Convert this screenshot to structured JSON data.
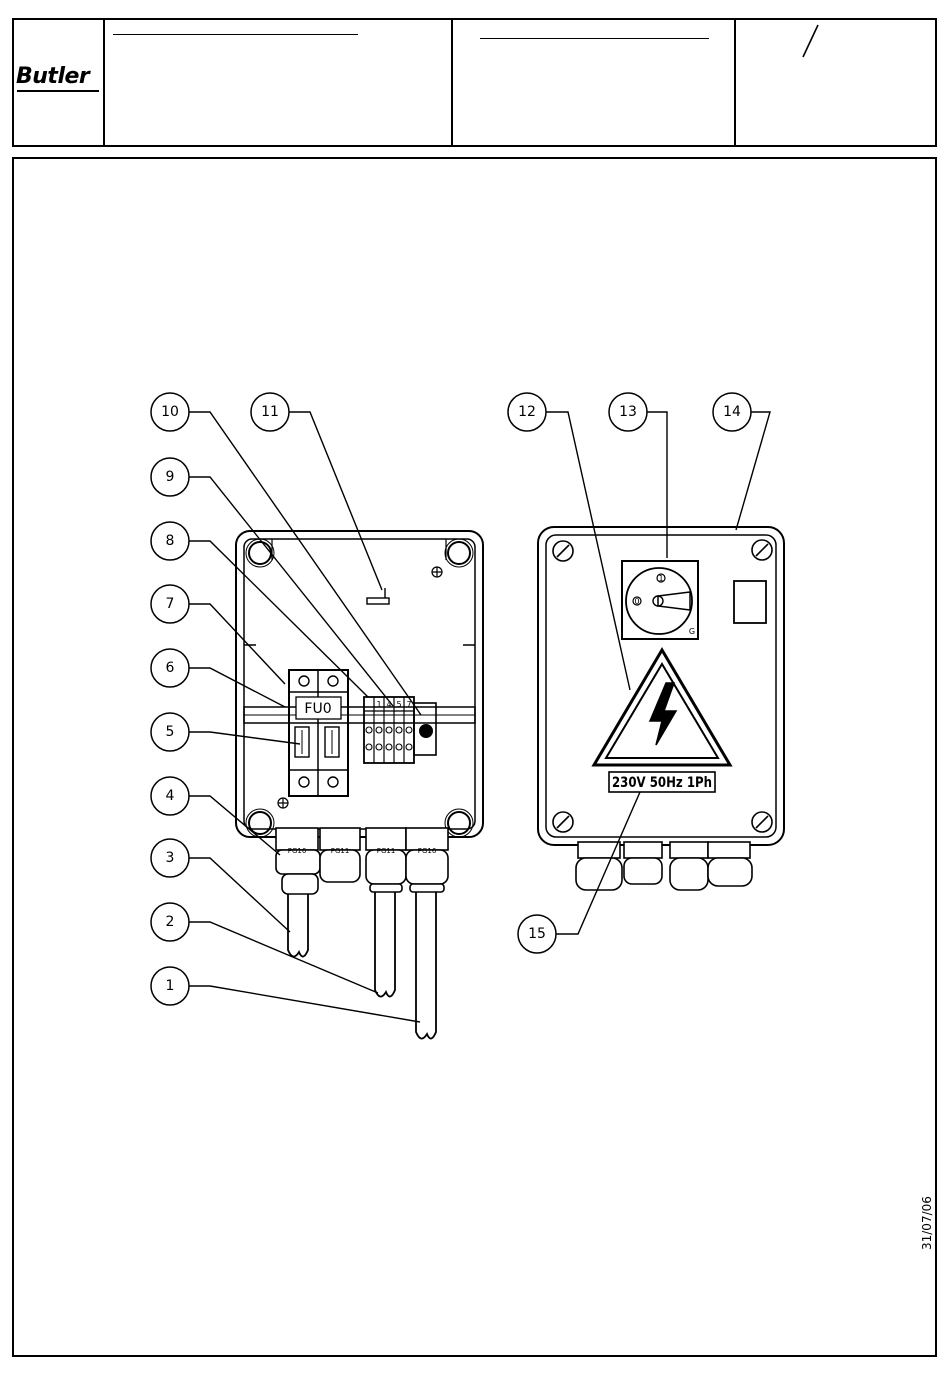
{
  "header": {
    "logo": "Butler",
    "sheet_separator": "/"
  },
  "diagram": {
    "fuse_label": "FU0",
    "terminal_labels": [
      "1",
      "4",
      "5",
      "7"
    ],
    "gland_labels": [
      "PG16",
      "PG11",
      "PG11",
      "PG16"
    ],
    "rating_plate": "230V 50Hz 1Ph",
    "switch_marks": {
      "top": "1",
      "left": "0",
      "corner": "G"
    },
    "callouts": [
      "1",
      "2",
      "3",
      "4",
      "5",
      "6",
      "7",
      "8",
      "9",
      "10",
      "11",
      "12",
      "13",
      "14",
      "15"
    ]
  },
  "footer": {
    "revision_date": "31/07/06"
  },
  "colors": {
    "ink": "#000000",
    "paper": "#ffffff"
  }
}
